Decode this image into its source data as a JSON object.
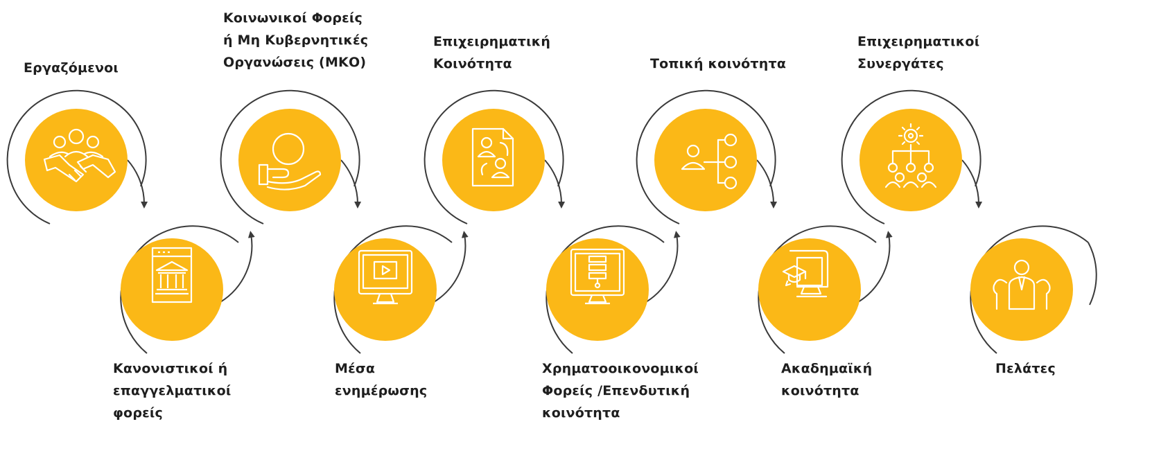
{
  "theme": {
    "circle_fill": "#FBB817",
    "ring_stroke": "#3a3a3a",
    "text_color": "#1e1e1e",
    "icon_stroke": "#ffffff"
  },
  "stakeholders": [
    {
      "label": "Εργαζόμενοι",
      "icon": "handshake-team-icon"
    },
    {
      "label": "Κανονιστικοί ή\nεπαγγελματικοί\nφορείς",
      "icon": "institution-building-icon"
    },
    {
      "label": "Κοινωνικοί Φορείς\nή Μη Κυβερνητικές\nΟργανώσεις (ΜΚΟ)",
      "icon": "hand-support-icon"
    },
    {
      "label": "Μέσα\nενημέρωσης",
      "icon": "monitor-video-icon"
    },
    {
      "label": "Επιχειρηματική\nΚοινότητα",
      "icon": "people-exchange-icon"
    },
    {
      "label": "Χρηματοοικονομικοί\nΦορείς /Επενδυτική\nκοινότητα",
      "icon": "monitor-chart-icon"
    },
    {
      "label": "Τοπική κοινότητα",
      "icon": "person-network-icon"
    },
    {
      "label": "Ακαδημαϊκή\nκοινότητα",
      "icon": "elearning-computer-icon"
    },
    {
      "label": "Επιχειρηματικοί\nΣυνεργάτες",
      "icon": "team-gear-icon"
    },
    {
      "label": "Πελάτες",
      "icon": "client-group-icon"
    }
  ]
}
